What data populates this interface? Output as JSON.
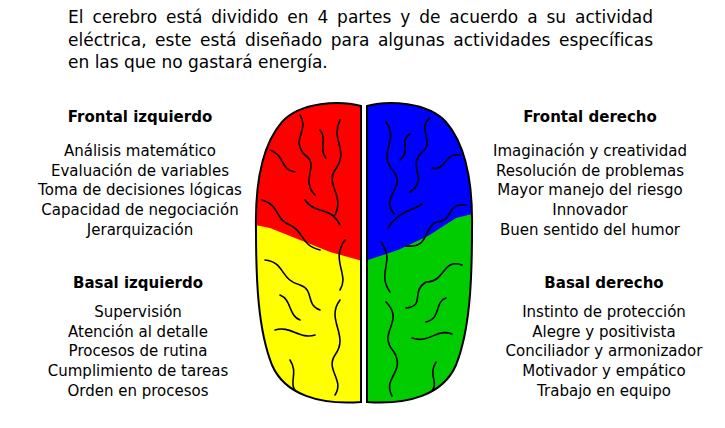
{
  "diagram": {
    "title": "El cerebro está dividido en 4 partes y de acuerdo a su actividad eléctrica, este está diseñado para algunas actividades específicas en las que no gastará energía.",
    "labels": [
      "Frontal izquierdo",
      "Análisis matemático",
      "Evaluación de variables",
      "Toma de decisiones lógicas",
      "Capacidad de negociación",
      "Jerarquización",
      "Frontal derecho",
      "Imaginación y creatividad",
      "Resolución de problemas",
      "Mayor manejo del riesgo",
      "Innovador",
      "Buen sentido del humor",
      "Basal izquierdo",
      "Supervisión",
      "Atención al detalle",
      "Procesos de rutina",
      "Cumplimiento de tareas",
      "Orden en procesos",
      "Basal derecho",
      "Instinto de protección",
      "Alegre y positivista",
      "Conciliador y armonizador",
      "Motivador y empático",
      "Trabajo en equipo"
    ]
  }
}
